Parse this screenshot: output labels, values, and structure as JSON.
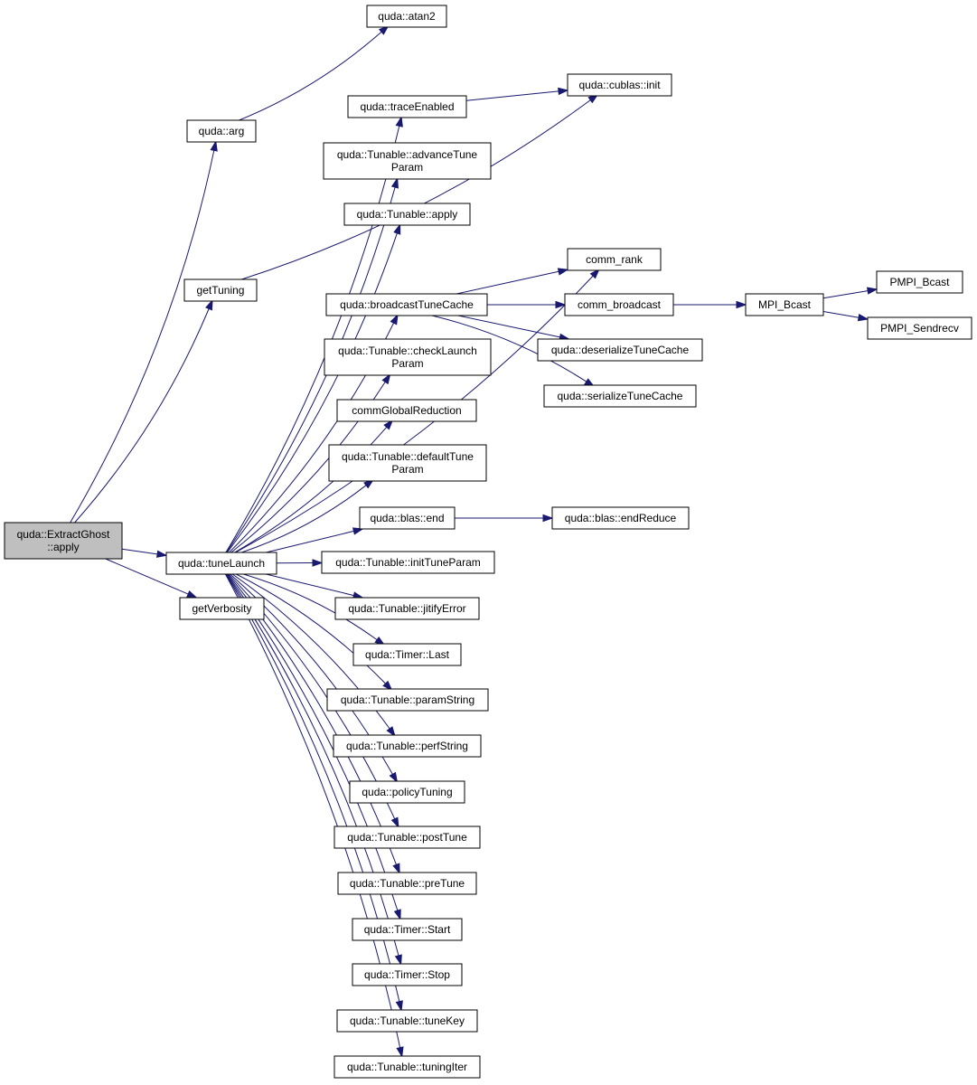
{
  "graph": {
    "edge_color": "#191970",
    "root_fill": "#bfbfbf",
    "nodes": [
      {
        "id": "extract_ghost_apply",
        "lines": [
          "quda::ExtractGhost",
          "::apply"
        ],
        "root": true
      },
      {
        "id": "arg",
        "lines": [
          "quda::arg"
        ]
      },
      {
        "id": "atan2",
        "lines": [
          "quda::atan2"
        ]
      },
      {
        "id": "get_tuning",
        "lines": [
          "getTuning"
        ]
      },
      {
        "id": "cublas_init",
        "lines": [
          "quda::cublas::init"
        ]
      },
      {
        "id": "tune_launch",
        "lines": [
          "quda::tuneLaunch"
        ]
      },
      {
        "id": "get_verbosity",
        "lines": [
          "getVerbosity"
        ]
      },
      {
        "id": "trace_enabled",
        "lines": [
          "quda::traceEnabled"
        ]
      },
      {
        "id": "advance_tune_param",
        "lines": [
          "quda::Tunable::advanceTune",
          "Param"
        ]
      },
      {
        "id": "tunable_apply",
        "lines": [
          "quda::Tunable::apply"
        ]
      },
      {
        "id": "comm_rank",
        "lines": [
          "comm_rank"
        ]
      },
      {
        "id": "broadcast_tune_cache",
        "lines": [
          "quda::broadcastTuneCache"
        ]
      },
      {
        "id": "comm_broadcast",
        "lines": [
          "comm_broadcast"
        ]
      },
      {
        "id": "mpi_bcast",
        "lines": [
          "MPI_Bcast"
        ]
      },
      {
        "id": "pmpi_bcast",
        "lines": [
          "PMPI_Bcast"
        ]
      },
      {
        "id": "pmpi_sendrecv",
        "lines": [
          "PMPI_Sendrecv"
        ]
      },
      {
        "id": "deserialize_tune_cache",
        "lines": [
          "quda::deserializeTuneCache"
        ]
      },
      {
        "id": "serialize_tune_cache",
        "lines": [
          "quda::serializeTuneCache"
        ]
      },
      {
        "id": "check_launch_param",
        "lines": [
          "quda::Tunable::checkLaunch",
          "Param"
        ]
      },
      {
        "id": "comm_global_reduction",
        "lines": [
          "commGlobalReduction"
        ]
      },
      {
        "id": "default_tune_param",
        "lines": [
          "quda::Tunable::defaultTune",
          "Param"
        ]
      },
      {
        "id": "blas_end",
        "lines": [
          "quda::blas::end"
        ]
      },
      {
        "id": "blas_end_reduce",
        "lines": [
          "quda::blas::endReduce"
        ]
      },
      {
        "id": "init_tune_param",
        "lines": [
          "quda::Tunable::initTuneParam"
        ]
      },
      {
        "id": "jitify_error",
        "lines": [
          "quda::Tunable::jitifyError"
        ]
      },
      {
        "id": "timer_last",
        "lines": [
          "quda::Timer::Last"
        ]
      },
      {
        "id": "param_string",
        "lines": [
          "quda::Tunable::paramString"
        ]
      },
      {
        "id": "perf_string",
        "lines": [
          "quda::Tunable::perfString"
        ]
      },
      {
        "id": "policy_tuning",
        "lines": [
          "quda::policyTuning"
        ]
      },
      {
        "id": "post_tune",
        "lines": [
          "quda::Tunable::postTune"
        ]
      },
      {
        "id": "pre_tune",
        "lines": [
          "quda::Tunable::preTune"
        ]
      },
      {
        "id": "timer_start",
        "lines": [
          "quda::Timer::Start"
        ]
      },
      {
        "id": "timer_stop",
        "lines": [
          "quda::Timer::Stop"
        ]
      },
      {
        "id": "tune_key",
        "lines": [
          "quda::Tunable::tuneKey"
        ]
      },
      {
        "id": "tuning_iter",
        "lines": [
          "quda::Tunable::tuningIter"
        ]
      }
    ],
    "edges": [
      [
        "extract_ghost_apply",
        "arg"
      ],
      [
        "extract_ghost_apply",
        "get_tuning"
      ],
      [
        "extract_ghost_apply",
        "tune_launch"
      ],
      [
        "extract_ghost_apply",
        "get_verbosity"
      ],
      [
        "arg",
        "atan2"
      ],
      [
        "get_tuning",
        "cublas_init"
      ],
      [
        "trace_enabled",
        "cublas_init"
      ],
      [
        "tune_launch",
        "trace_enabled"
      ],
      [
        "tune_launch",
        "advance_tune_param"
      ],
      [
        "tune_launch",
        "tunable_apply"
      ],
      [
        "tune_launch",
        "comm_rank"
      ],
      [
        "tune_launch",
        "broadcast_tune_cache"
      ],
      [
        "tune_launch",
        "check_launch_param"
      ],
      [
        "tune_launch",
        "comm_global_reduction"
      ],
      [
        "tune_launch",
        "default_tune_param"
      ],
      [
        "tune_launch",
        "blas_end"
      ],
      [
        "tune_launch",
        "init_tune_param"
      ],
      [
        "tune_launch",
        "jitify_error"
      ],
      [
        "tune_launch",
        "timer_last"
      ],
      [
        "tune_launch",
        "param_string"
      ],
      [
        "tune_launch",
        "perf_string"
      ],
      [
        "tune_launch",
        "policy_tuning"
      ],
      [
        "tune_launch",
        "post_tune"
      ],
      [
        "tune_launch",
        "pre_tune"
      ],
      [
        "tune_launch",
        "timer_start"
      ],
      [
        "tune_launch",
        "timer_stop"
      ],
      [
        "tune_launch",
        "tune_key"
      ],
      [
        "tune_launch",
        "tuning_iter"
      ],
      [
        "broadcast_tune_cache",
        "comm_rank"
      ],
      [
        "broadcast_tune_cache",
        "comm_broadcast"
      ],
      [
        "broadcast_tune_cache",
        "deserialize_tune_cache"
      ],
      [
        "broadcast_tune_cache",
        "serialize_tune_cache"
      ],
      [
        "comm_broadcast",
        "mpi_bcast"
      ],
      [
        "mpi_bcast",
        "pmpi_bcast"
      ],
      [
        "mpi_bcast",
        "pmpi_sendrecv"
      ],
      [
        "blas_end",
        "blas_end_reduce"
      ]
    ]
  }
}
